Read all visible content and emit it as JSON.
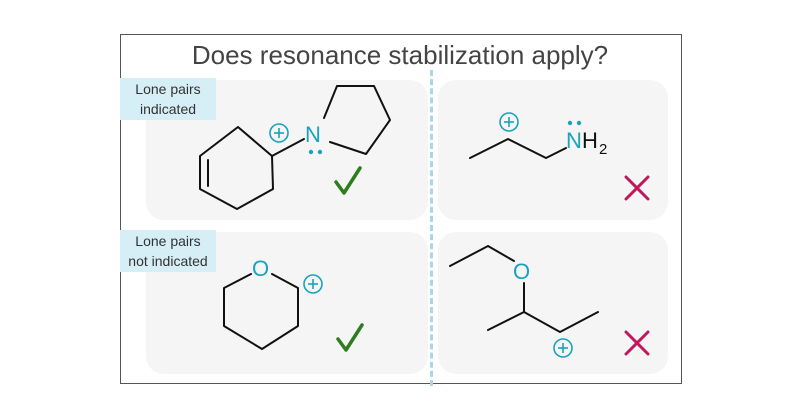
{
  "title": "Does resonance stabilization apply?",
  "rows": [
    {
      "label_line1": "Lone pairs",
      "label_line2": "indicated"
    },
    {
      "label_line1": "Lone pairs",
      "label_line2": "not indicated"
    }
  ],
  "atoms": {
    "nitrogen": "N",
    "amine_n": "N",
    "amine_h": "H",
    "amine_subscript": "2",
    "oxygen_ring": "O",
    "oxygen_ether": "O"
  },
  "colors": {
    "heteroatom": "#1aa3bd",
    "check": "#2e7d1e",
    "cross": "#c2185b",
    "label_bg": "#d6eef5",
    "divider": "#a8d8e6"
  },
  "verdicts": [
    "check",
    "cross",
    "check",
    "cross"
  ]
}
